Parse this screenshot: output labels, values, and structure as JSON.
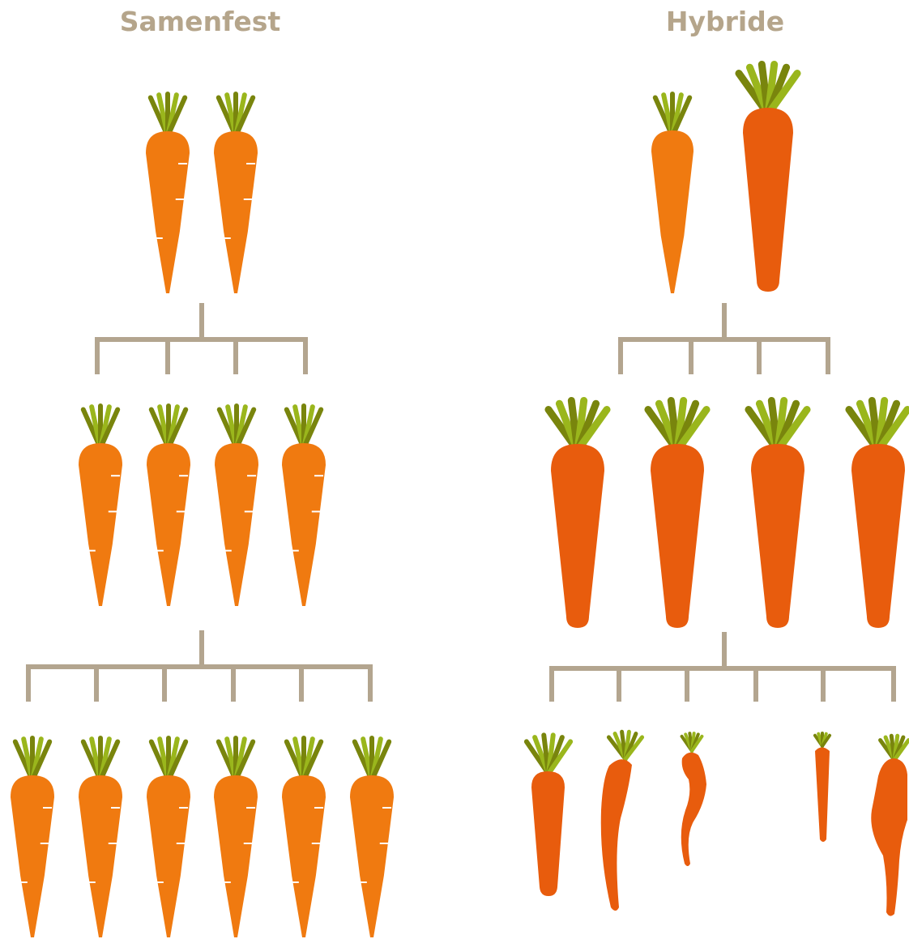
{
  "headings": {
    "left": "Samenfest",
    "right": "Hybride"
  },
  "colors": {
    "heading": "#b5a58b",
    "connector": "#b3a58f",
    "carrot_open_pollinated": "#f07a10",
    "carrot_hybrid": "#e85c0d",
    "leaf_light": "#9ab61c",
    "leaf_dark": "#79850d",
    "highlight": "#ffffff"
  },
  "pedigree": {
    "open_pollinated": {
      "generations": [
        2,
        4,
        6
      ]
    },
    "hybrid": {
      "generations": [
        2,
        4,
        5
      ]
    }
  }
}
